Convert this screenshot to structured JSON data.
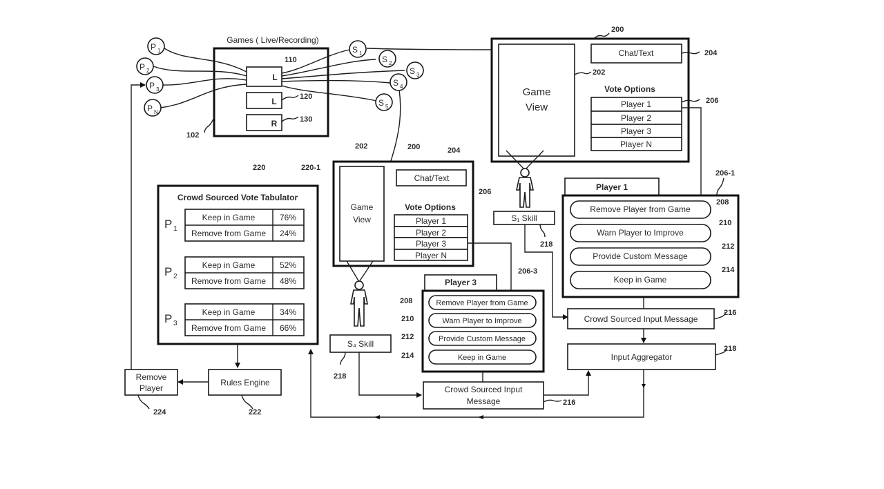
{
  "games_panel": {
    "title": "Games ( Live/Recording)",
    "ref": "102",
    "slots": [
      {
        "label": "L",
        "ref": "110"
      },
      {
        "label": "L",
        "ref": "120"
      },
      {
        "label": "R",
        "ref": "130"
      }
    ],
    "players": [
      {
        "letter": "P",
        "sub": "1"
      },
      {
        "letter": "P",
        "sub": "2"
      },
      {
        "letter": "P",
        "sub": "3"
      },
      {
        "letter": "P",
        "sub": "N"
      }
    ],
    "spectators": [
      {
        "letter": "S",
        "sub": "1"
      },
      {
        "letter": "S",
        "sub": "2"
      },
      {
        "letter": "S",
        "sub": "3"
      },
      {
        "letter": "S",
        "sub": "4"
      },
      {
        "letter": "S",
        "sub": "5"
      }
    ]
  },
  "spectator_view_main": {
    "ref": "200",
    "game_view_label_line1": "Game",
    "game_view_label_line2": "View",
    "game_view_ref": "202",
    "chat_label": "Chat/Text",
    "chat_ref": "204",
    "vote_options_title": "Vote Options",
    "vote_options_ref": "206",
    "vote_options": [
      "Player 1",
      "Player 2",
      "Player 3",
      "Player N"
    ]
  },
  "spectator_view_small": {
    "ref": "200",
    "game_view_label_line1": "Game",
    "game_view_label_line2": "View",
    "game_view_ref": "202",
    "chat_label": "Chat/Text",
    "chat_ref": "204",
    "vote_options_title": "Vote Options",
    "vote_options_ref": "206",
    "vote_options": [
      "Player 1",
      "Player 2",
      "Player 3",
      "Player N"
    ]
  },
  "tabulator": {
    "title": "Crowd Sourced Vote Tabulator",
    "ref": "220",
    "ref_sub": "220-1",
    "rows": [
      {
        "player": "P",
        "sub": "1",
        "keep_label": "Keep in Game",
        "keep_pct": "76%",
        "remove_label": "Remove from Game",
        "remove_pct": "24%"
      },
      {
        "player": "P",
        "sub": "2",
        "keep_label": "Keep in Game",
        "keep_pct": "52%",
        "remove_label": "Remove from Game",
        "remove_pct": "48%"
      },
      {
        "player": "P",
        "sub": "3",
        "keep_label": "Keep in Game",
        "keep_pct": "34%",
        "remove_label": "Remove from Game",
        "remove_pct": "66%"
      }
    ]
  },
  "player1_panel": {
    "tab_label": "Player 1",
    "ref": "206-1",
    "options": [
      {
        "label": "Remove Player from Game",
        "ref": "208"
      },
      {
        "label": "Warn Player to Improve",
        "ref": "210"
      },
      {
        "label": "Provide Custom Message",
        "ref": "212"
      },
      {
        "label": "Keep in Game",
        "ref": "214"
      }
    ]
  },
  "player3_panel": {
    "tab_label": "Player 3",
    "ref": "206-3",
    "options": [
      {
        "label": "Remove Player from Game",
        "ref": "208"
      },
      {
        "label": "Warn Player to Improve",
        "ref": "210"
      },
      {
        "label": "Provide Custom Message",
        "ref": "212"
      },
      {
        "label": "Keep in Game",
        "ref": "214"
      }
    ]
  },
  "skills": [
    {
      "label": "S₁ Skill",
      "ref": "218"
    },
    {
      "label": "S₄ Skill",
      "ref": "218"
    }
  ],
  "crowd_input_right": {
    "label": "Crowd Sourced Input Message",
    "ref": "216"
  },
  "crowd_input_bottom": {
    "line1": "Crowd Sourced Input",
    "line2": "Message",
    "ref": "216"
  },
  "input_aggregator": {
    "label": "Input Aggregator",
    "ref": "218"
  },
  "rules_engine": {
    "label": "Rules Engine",
    "ref": "222"
  },
  "remove_player": {
    "line1": "Remove",
    "line2": "Player",
    "ref": "224"
  }
}
